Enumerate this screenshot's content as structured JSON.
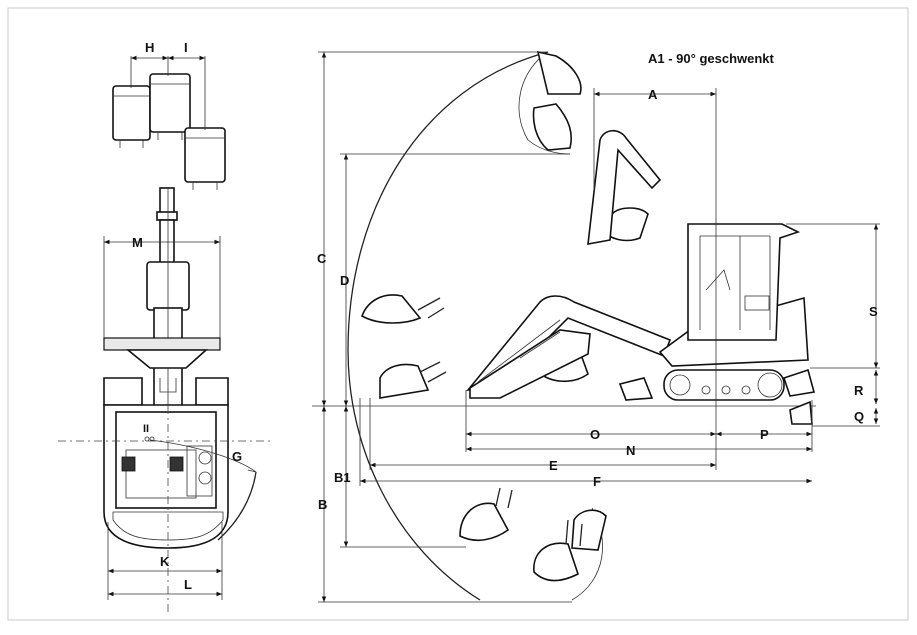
{
  "title": "A1 - 90° geschwenkt",
  "labels": {
    "H": "H",
    "I": "I",
    "M": "M",
    "G": "G",
    "K": "K",
    "L": "L",
    "II": "II",
    "A": "A",
    "C": "C",
    "D": "D",
    "S": "S",
    "R": "R",
    "Q": "Q",
    "O": "O",
    "N": "N",
    "P": "P",
    "E": "E",
    "B1": "B1",
    "F": "F",
    "B": "B"
  }
}
